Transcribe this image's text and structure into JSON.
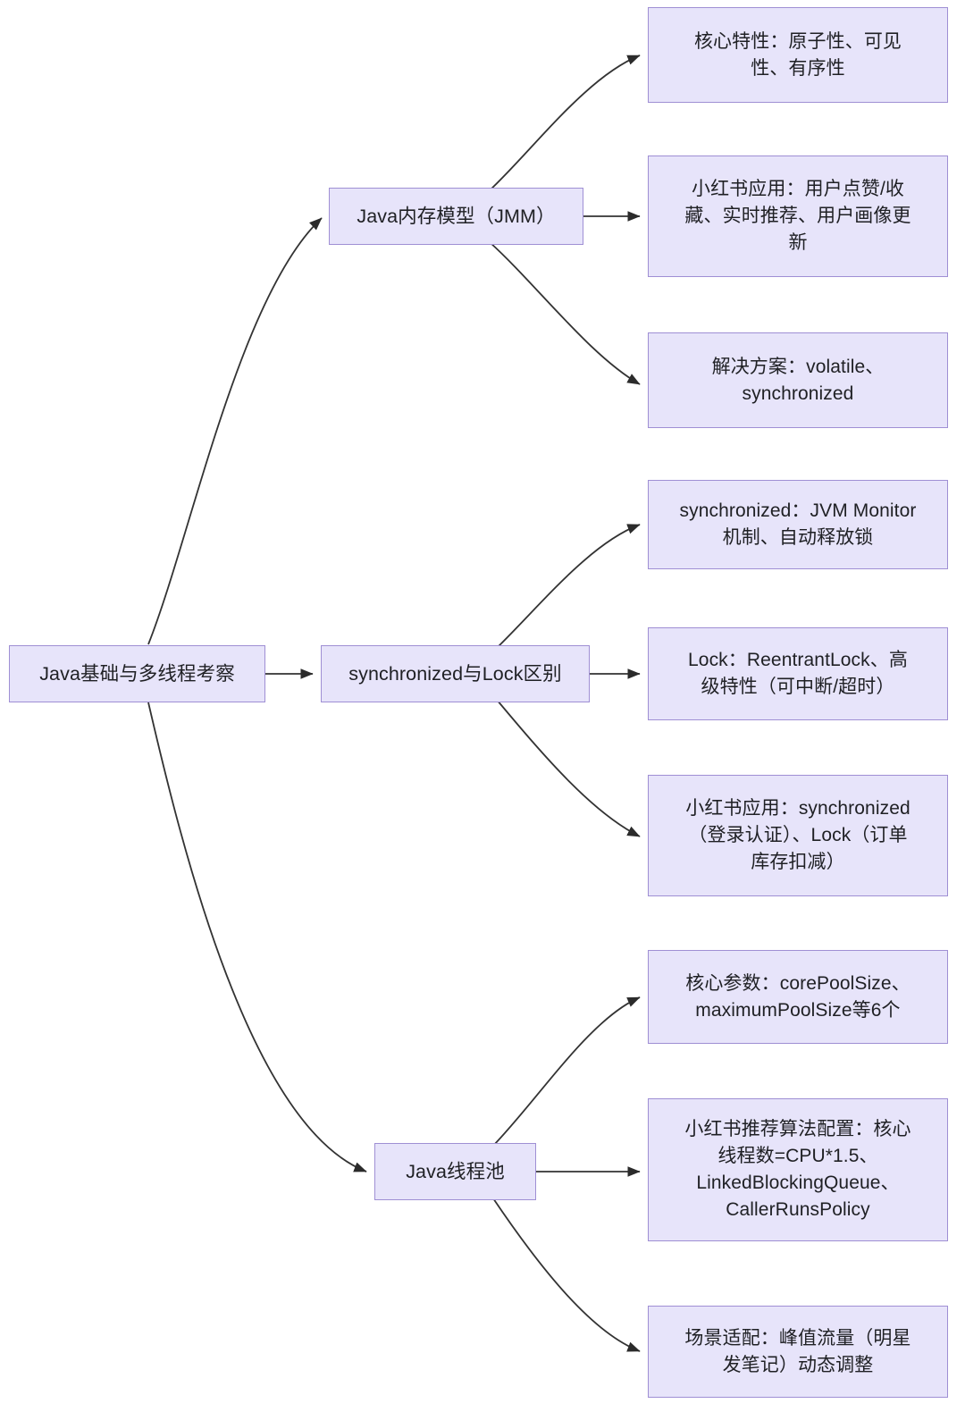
{
  "diagram": {
    "title": "Java基础与多线程考察",
    "type": "mindmap-flowchart",
    "orientation": "left-to-right",
    "colors": {
      "node_fill": "#e7e4fa",
      "node_border": "#9f8fd4",
      "edge_stroke": "#333333",
      "text": "#1f2024",
      "background": "#ffffff"
    },
    "root": {
      "label": "Java基础与多线程考察"
    },
    "branches": [
      {
        "label": "Java内存模型（JMM）",
        "leaves": [
          {
            "label": "核心特性：原子性、可见\n性、有序性"
          },
          {
            "label": "小红书应用：用户点赞/收\n藏、实时推荐、用户画像更\n新"
          },
          {
            "label": "解决方案：volatile、\nsynchronized"
          }
        ]
      },
      {
        "label": "synchronized与Lock区别",
        "leaves": [
          {
            "label": "synchronized：JVM Monitor\n机制、自动释放锁"
          },
          {
            "label": "Lock：ReentrantLock、高\n级特性（可中断/超时）"
          },
          {
            "label": "小红书应用：synchronized\n（登录认证）、Lock（订单\n库存扣减）"
          }
        ]
      },
      {
        "label": "Java线程池",
        "leaves": [
          {
            "label": "核心参数：corePoolSize、\nmaximumPoolSize等6个"
          },
          {
            "label": "小红书推荐算法配置：核心\n线程数=CPU*1.5、\nLinkedBlockingQueue、\nCallerRunsPolicy"
          },
          {
            "label": "场景适配：峰值流量（明星\n发笔记）动态调整"
          }
        ]
      }
    ]
  }
}
